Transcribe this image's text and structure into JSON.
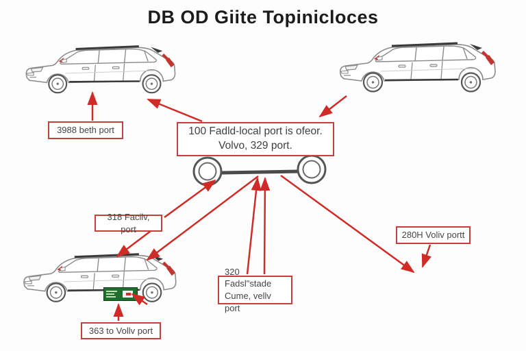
{
  "title": "DB OD Giite Topinicloces",
  "labels": {
    "box_3988": "3988 beth port",
    "box_central_line1": "100 Fadld-local port is ofeor.",
    "box_central_line2": "Volvo, 329 port.",
    "box_318": "318 Facilv, port",
    "box_320_line1": "320 Fadsl\"stade",
    "box_320_line2": "Cume, vellv port",
    "box_280": "280H Voliv portt",
    "box_363": "363 to Vollv port"
  },
  "colors": {
    "arrow_red": "#cf2b27",
    "box_border_red": "#c2413a",
    "car_line_gray": "#8a8a8a",
    "dark_trim_gray": "#3a3a3a",
    "badge_green": "#1e6f2f",
    "accent_red": "#c2362f"
  },
  "icons": {
    "car_top_left": "station-wagon-side-view",
    "car_top_right": "station-wagon-side-view",
    "car_bottom_left": "station-wagon-side-view",
    "axle": "two-wheels-with-axle",
    "badge": "green-obd-port-label"
  }
}
